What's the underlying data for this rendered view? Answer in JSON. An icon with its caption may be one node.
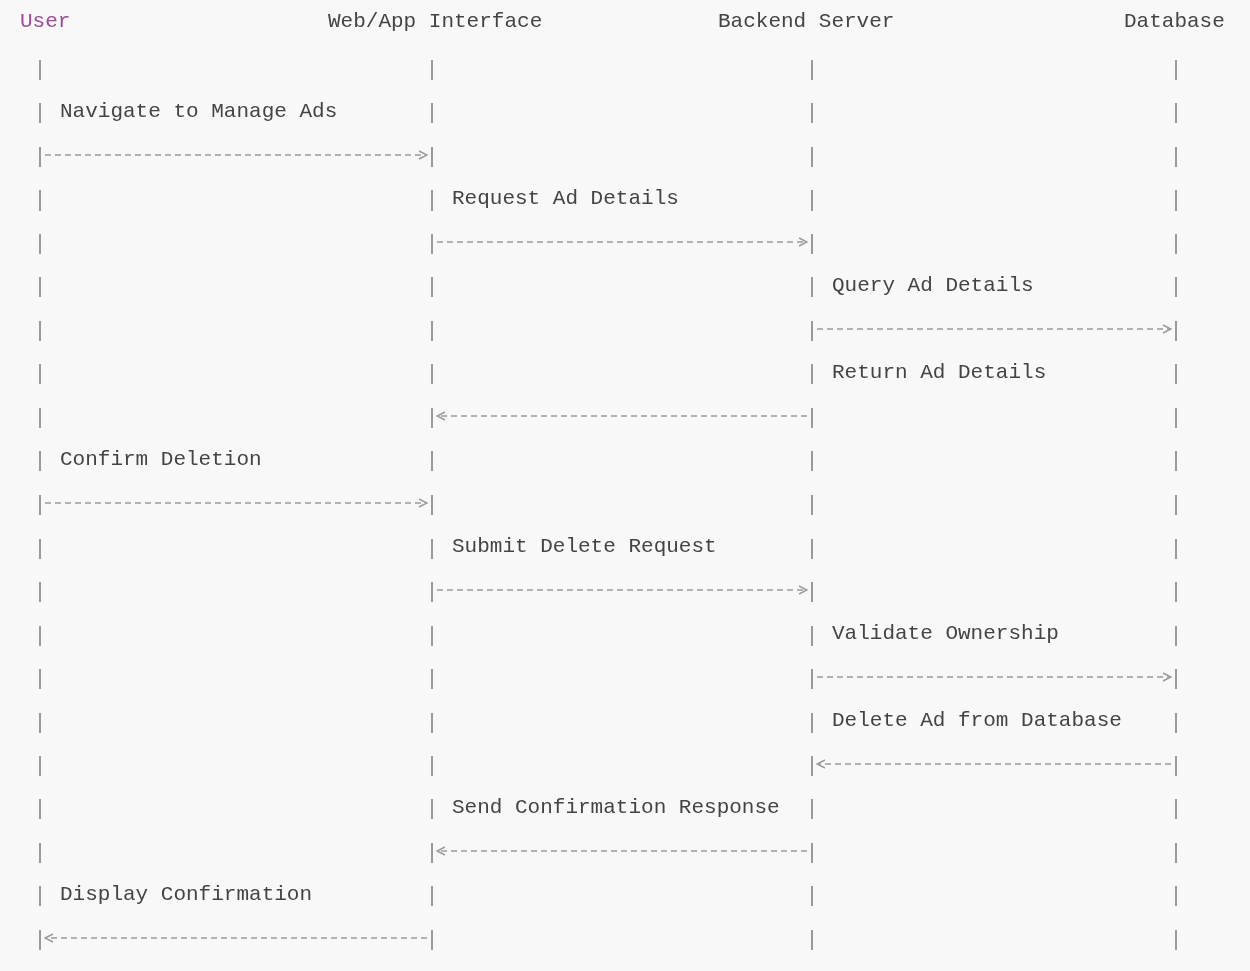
{
  "diagram": {
    "nodes": [
      {
        "text": [
          "User"
        ]
      },
      {
        "text": [
          "Web/App Interface"
        ]
      },
      {
        "text": [
          "Backend Server"
        ]
      },
      {
        "text": [
          "Database"
        ]
      }
    ],
    "edges": [
      {
        "from": 0,
        "to": 1,
        "arrow": "to",
        "label": "Navigate to Manage Ads"
      },
      {
        "from": 1,
        "to": 2,
        "arrow": "to",
        "label": "Request Ad Details"
      },
      {
        "from": 2,
        "to": 3,
        "arrow": "to",
        "label": "Query Ad Details"
      },
      {
        "from": 2,
        "to": 1,
        "arrow": "to",
        "label": "Return Ad Details"
      },
      {
        "from": 0,
        "to": 1,
        "arrow": "to",
        "label": "Confirm Deletion"
      },
      {
        "from": 1,
        "to": 2,
        "arrow": "to",
        "label": "Submit Delete Request"
      },
      {
        "from": 2,
        "to": 3,
        "arrow": "to",
        "label": "Validate Ownership"
      },
      {
        "from": 3,
        "to": 2,
        "arrow": "to",
        "label": "Delete Ad from Database"
      },
      {
        "from": 2,
        "to": 1,
        "arrow": "to",
        "label": "Send Confirmation Response"
      },
      {
        "from": 1,
        "to": 0,
        "arrow": "to",
        "label": "Display Confirmation"
      }
    ]
  }
}
